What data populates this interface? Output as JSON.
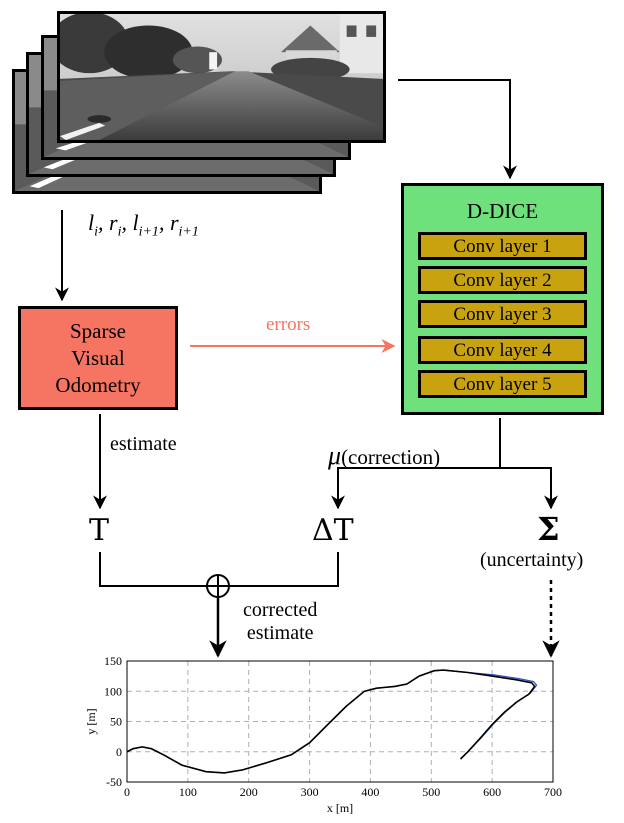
{
  "labels": {
    "input_vars": "l_i, r_i, l_{i+1}, r_{i+1}",
    "errors": "errors",
    "estimate": "estimate",
    "mu_symbol": "μ",
    "correction": "(correction)",
    "T": "T",
    "delta_T": "ΔT",
    "sigma": "Σ",
    "uncertainty": "(uncertainty)",
    "corrected_line1": "corrected",
    "corrected_line2": "estimate",
    "oplus": "⊕"
  },
  "svo": {
    "line1": "Sparse",
    "line2": "Visual",
    "line3": "Odometry"
  },
  "ddice": {
    "title": "D-DICE",
    "layers": [
      "Conv layer 1",
      "Conv layer 2",
      "Conv layer 3",
      "Conv layer 4",
      "Conv layer 5"
    ]
  },
  "colors": {
    "svo_fill": "#f57462",
    "ddice_fill": "#6ee07c",
    "conv_fill": "#c8a30f",
    "errors_arrow": "#f57462",
    "trajectory": "#000000",
    "trajectory_gt": "#3050c0"
  },
  "chart_data": {
    "type": "line",
    "xlabel": "x [m]",
    "ylabel": "y [m]",
    "xlim": [
      0,
      700
    ],
    "ylim": [
      -50,
      150
    ],
    "xticks": [
      0,
      100,
      200,
      300,
      400,
      500,
      600,
      700
    ],
    "yticks": [
      -50,
      0,
      50,
      100,
      150
    ],
    "grid": true,
    "series": [
      {
        "values_xy": [
          [
            0,
            0
          ],
          [
            10,
            5
          ],
          [
            25,
            8
          ],
          [
            40,
            5
          ],
          [
            60,
            -5
          ],
          [
            90,
            -22
          ],
          [
            130,
            -33
          ],
          [
            160,
            -35
          ],
          [
            190,
            -30
          ],
          [
            230,
            -18
          ],
          [
            270,
            -5
          ],
          [
            300,
            15
          ],
          [
            330,
            45
          ],
          [
            360,
            75
          ],
          [
            390,
            100
          ],
          [
            410,
            105
          ],
          [
            440,
            108
          ],
          [
            460,
            112
          ],
          [
            480,
            125
          ],
          [
            505,
            134
          ],
          [
            520,
            135
          ],
          [
            560,
            131
          ],
          [
            600,
            125
          ],
          [
            640,
            119
          ],
          [
            665,
            114
          ],
          [
            670,
            108
          ],
          [
            660,
            95
          ],
          [
            640,
            82
          ],
          [
            620,
            65
          ],
          [
            600,
            45
          ],
          [
            580,
            22
          ],
          [
            560,
            0
          ],
          [
            548,
            -12
          ]
        ]
      }
    ]
  }
}
